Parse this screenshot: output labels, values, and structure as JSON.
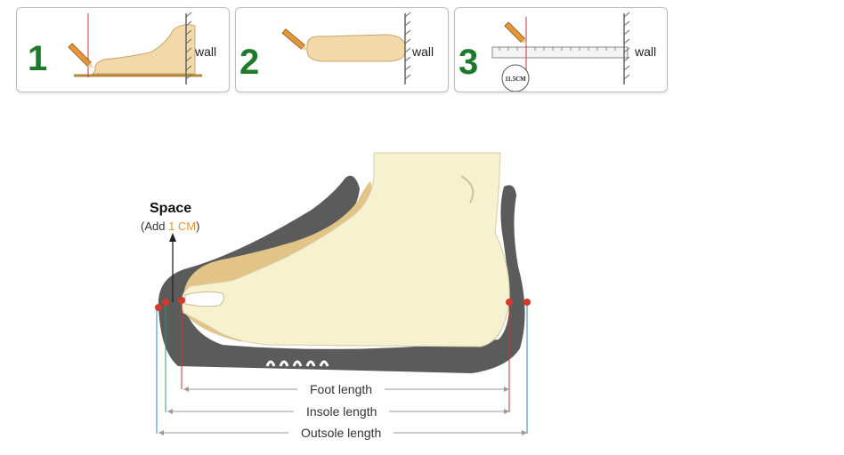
{
  "steps": [
    {
      "number": "1",
      "wall_label": "wall"
    },
    {
      "number": "2",
      "wall_label": "wall"
    },
    {
      "number": "3",
      "wall_label": "wall",
      "ruler_reading": "11.5CM"
    }
  ],
  "space": {
    "title": "Space",
    "add_open": "(Add ",
    "add_value": "1 CM",
    "add_close": ")"
  },
  "measurements": {
    "foot_length": "Foot length",
    "insole_length": "Insole length",
    "outsole_length": "Outsole length"
  },
  "colors": {
    "step_number": "#1e7a2b",
    "foot_fill": "#f6f1cf",
    "sole_gray": "#5b5b5b",
    "insole_tan": "#e2c487",
    "accent": "#e39a2c",
    "red_line": "#c0392b",
    "green_line": "#2e9b6a",
    "blue_line": "#3a86c8"
  }
}
